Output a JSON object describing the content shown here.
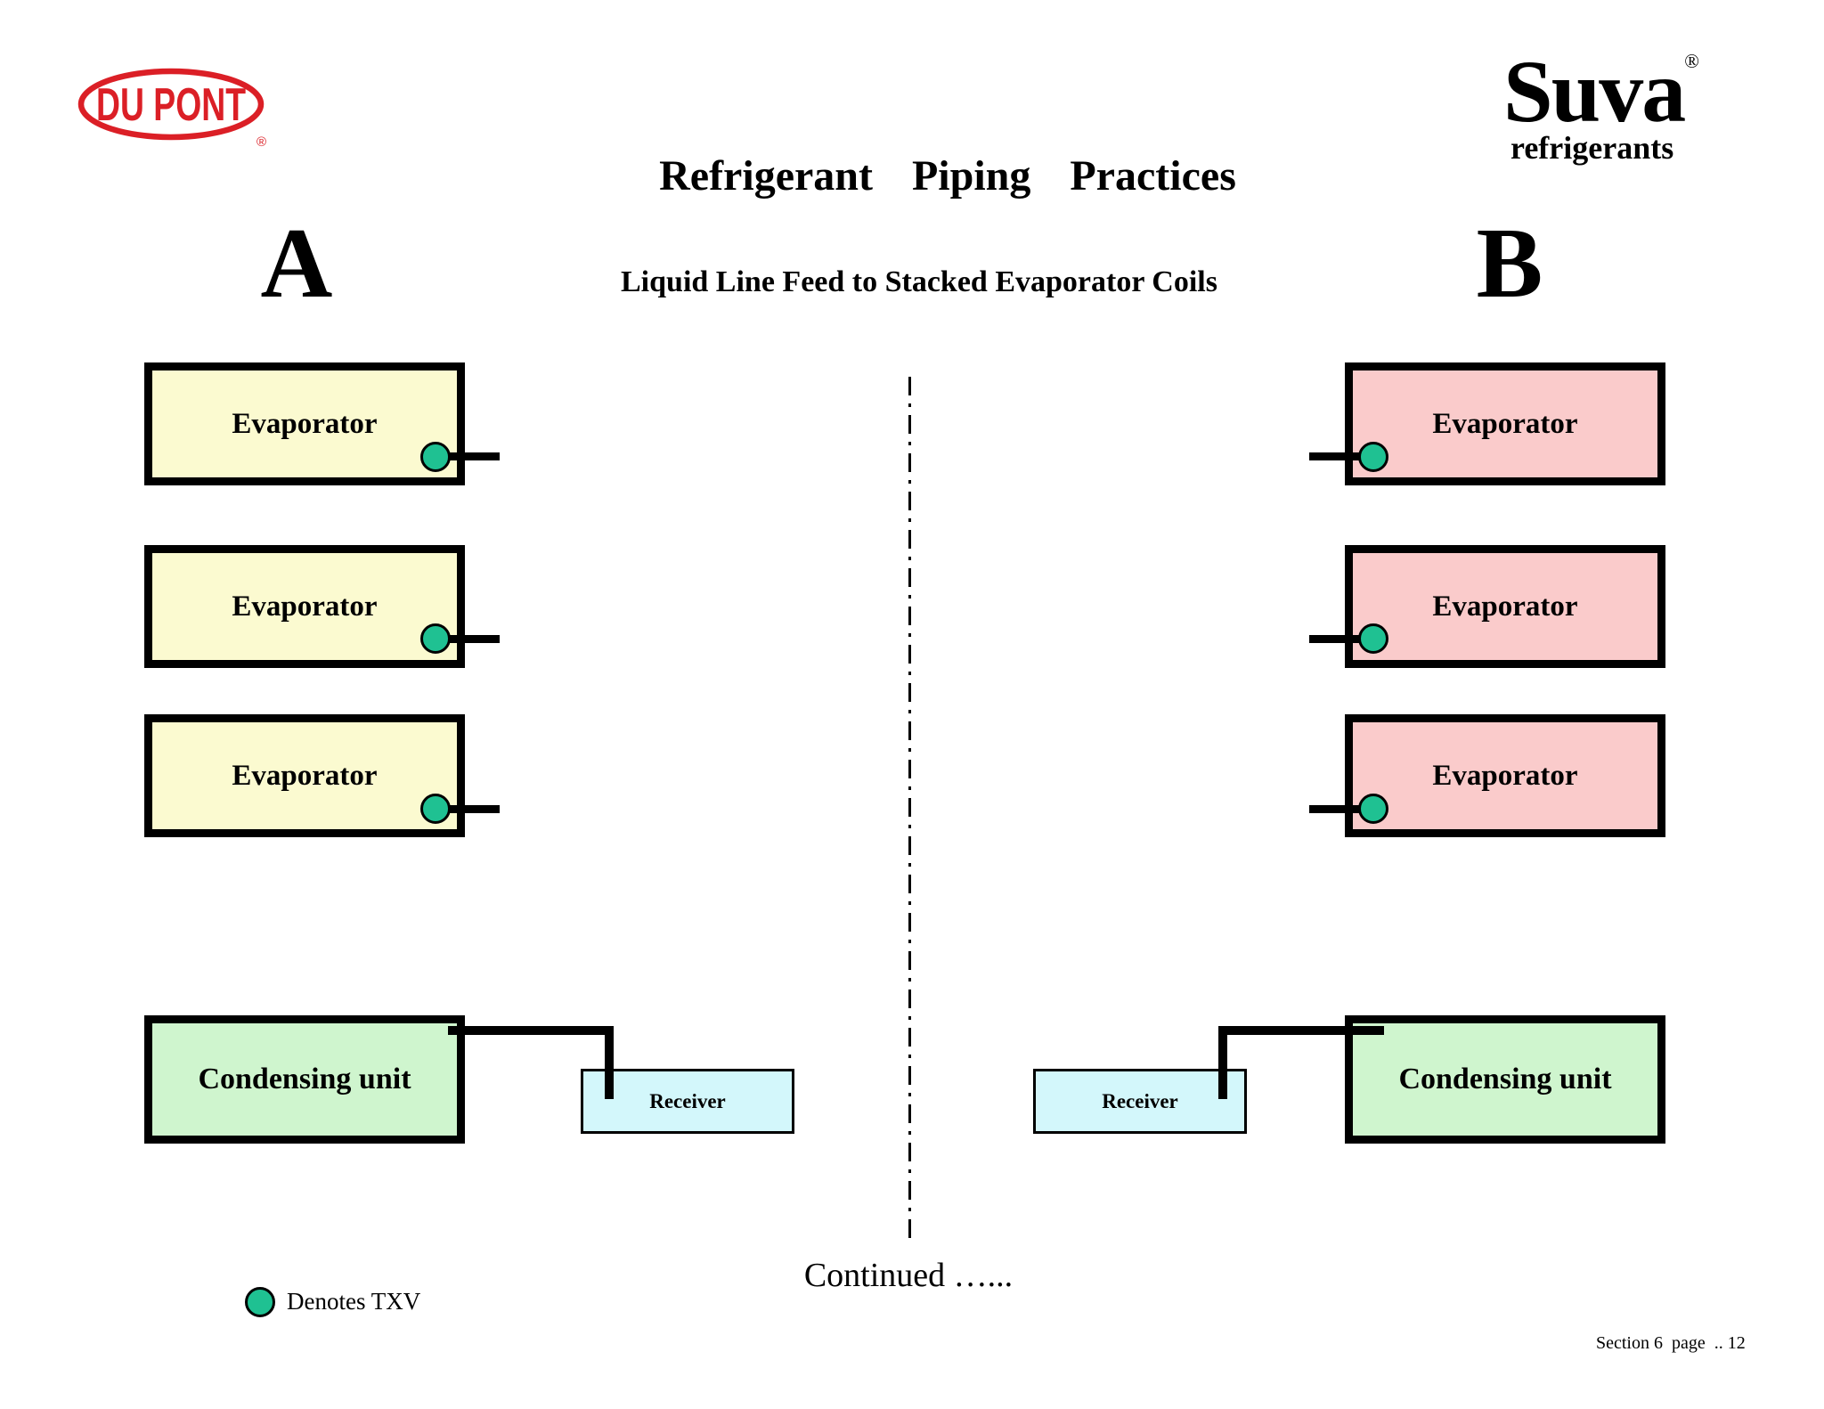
{
  "header": {
    "dupont": {
      "text": "DU PONT",
      "registered": "®"
    },
    "title": "Refrigerant  Piping  Practices",
    "suva": {
      "brand": "Suva",
      "registered": "®",
      "sub": "refrigerants"
    }
  },
  "subtitle": "Liquid Line Feed to Stacked Evaporator Coils",
  "columns": {
    "a": {
      "label": "A",
      "evaporators": [
        {
          "label": "Evaporator"
        },
        {
          "label": "Evaporator"
        },
        {
          "label": "Evaporator"
        }
      ],
      "condensing_unit": "Condensing unit",
      "receiver": "Receiver"
    },
    "b": {
      "label": "B",
      "evaporators": [
        {
          "label": "Evaporator"
        },
        {
          "label": "Evaporator"
        },
        {
          "label": "Evaporator"
        }
      ],
      "condensing_unit": "Condensing unit",
      "receiver": "Receiver"
    }
  },
  "legend": {
    "label": "Denotes TXV"
  },
  "continued": "Continued …...",
  "footer": "Section 6  page  .. 12",
  "colors": {
    "dupont_red": "#DB1F26",
    "evaporator_a_fill": "#FBFAD0",
    "evaporator_b_fill": "#FACBCB",
    "condensing_unit_fill": "#CFF5CE",
    "receiver_fill": "#D3F7FB",
    "txv_green": "#1FC192",
    "line_black": "#000000"
  }
}
